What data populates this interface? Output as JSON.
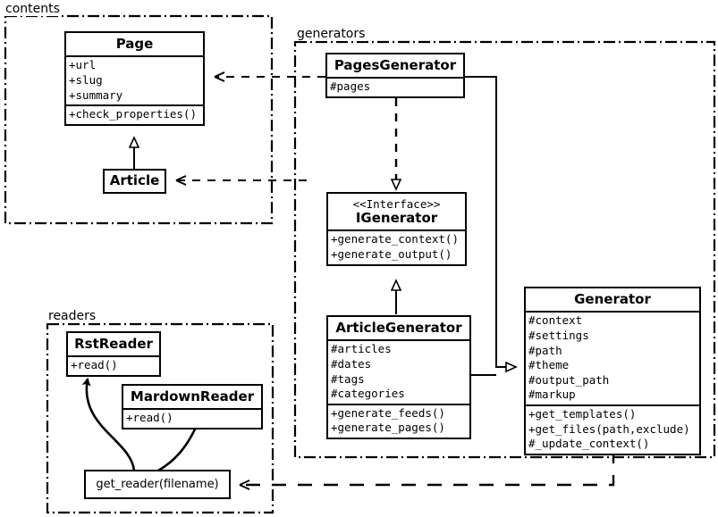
{
  "diagram": {
    "type": "uml-class-diagram",
    "packages": [
      {
        "id": "contents",
        "label": "contents"
      },
      {
        "id": "generators",
        "label": "generators"
      },
      {
        "id": "readers",
        "label": "readers"
      }
    ],
    "classes": [
      {
        "id": "page",
        "name": "Page",
        "stereotype": "",
        "package": "contents",
        "attributes": [
          "+url",
          "+slug",
          "+summary"
        ],
        "operations": [
          "+check_properties()"
        ]
      },
      {
        "id": "article",
        "name": "Article",
        "stereotype": "",
        "package": "contents",
        "attributes": [],
        "operations": []
      },
      {
        "id": "pages-generator",
        "name": "PagesGenerator",
        "stereotype": "",
        "package": "generators",
        "attributes": [
          "#pages"
        ],
        "operations": []
      },
      {
        "id": "igenerator",
        "name": "IGenerator",
        "stereotype": "<<Interface>>",
        "package": "generators",
        "attributes": [],
        "operations": [
          "+generate_context()",
          "+generate_output()"
        ]
      },
      {
        "id": "article-generator",
        "name": "ArticleGenerator",
        "stereotype": "",
        "package": "generators",
        "attributes": [
          "#articles",
          "#dates",
          "#tags",
          "#categories"
        ],
        "operations": [
          "+generate_feeds()",
          "+generate_pages()"
        ]
      },
      {
        "id": "generator",
        "name": "Generator",
        "stereotype": "",
        "package": "generators",
        "attributes": [
          "#context",
          "#settings",
          "#path",
          "#theme",
          "#output_path",
          "#markup"
        ],
        "operations": [
          "+get_templates()",
          "+get_files(path,exclude)",
          "#_update_context()"
        ]
      },
      {
        "id": "rst-reader",
        "name": "RstReader",
        "stereotype": "",
        "package": "readers",
        "attributes": [],
        "operations": [
          "+read()"
        ]
      },
      {
        "id": "mardown-reader",
        "name": "MardownReader",
        "stereotype": "",
        "package": "readers",
        "attributes": [],
        "operations": [
          "+read()"
        ]
      }
    ],
    "functions": [
      {
        "id": "get-reader",
        "label": "get_reader(filename)",
        "package": "readers"
      }
    ],
    "relationships": [
      {
        "from": "article",
        "to": "page",
        "kind": "generalization"
      },
      {
        "from": "pages-generator",
        "to": "igenerator",
        "kind": "realization"
      },
      {
        "from": "article-generator",
        "to": "igenerator",
        "kind": "generalization"
      },
      {
        "from": "pages-generator",
        "to": "generator",
        "kind": "generalization"
      },
      {
        "from": "article-generator",
        "to": "generator",
        "kind": "generalization"
      },
      {
        "from": "pages-generator",
        "to": "page",
        "kind": "dependency"
      },
      {
        "from": "generators",
        "to": "article",
        "kind": "dependency"
      },
      {
        "from": "generator",
        "to": "get-reader",
        "kind": "dependency"
      },
      {
        "from": "get-reader",
        "to": "rst-reader",
        "kind": "create"
      },
      {
        "from": "get-reader",
        "to": "mardown-reader",
        "kind": "create"
      }
    ],
    "colors": {
      "stroke": "#000000",
      "background": "#ffffff",
      "text": "#000000"
    }
  }
}
